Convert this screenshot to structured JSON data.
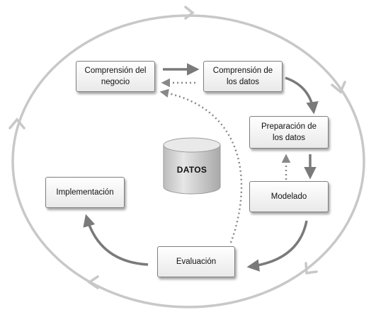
{
  "diagram": {
    "nodes": {
      "comprension_negocio": "Comprensión del\nnegocio",
      "comprension_datos": "Comprensión de\nlos datos",
      "preparacion_datos": "Preparación de\nlos datos",
      "modelado": "Modelado",
      "evaluacion": "Evaluación",
      "implementacion": "Implementación"
    },
    "database": "DATOS"
  }
}
